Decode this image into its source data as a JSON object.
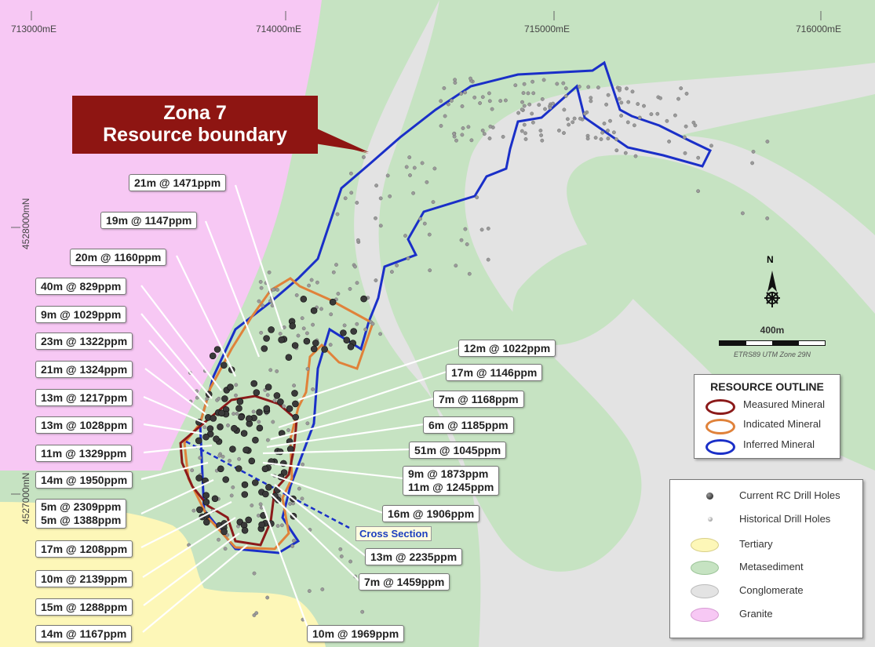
{
  "map": {
    "grid": {
      "easting": [
        "713000mE",
        "714000mE",
        "715000mE",
        "716000mE"
      ],
      "northing": [
        "4528000mN",
        "4527000mN"
      ]
    },
    "callout": {
      "line1": "Zona 7",
      "line2": "Resource boundary"
    },
    "cross_section_label": "Cross Section",
    "north_label": "N",
    "scale": {
      "distance": "400m",
      "projection": "ETRS89 UTM Zone 29N"
    },
    "drill_labels_left": [
      "21m @ 1471ppm",
      "19m @ 1147ppm",
      "20m @ 1160ppm",
      "40m @ 829ppm",
      "9m @ 1029ppm",
      "23m @ 1322ppm",
      "21m @ 1324ppm",
      "13m @ 1217ppm",
      "13m @ 1028ppm",
      "11m @ 1329ppm",
      "14m @ 1950ppm",
      "5m @ 2309ppm",
      "5m @ 1388ppm",
      "17m @ 1208ppm",
      "10m @ 2139ppm",
      "15m @ 1288ppm",
      "14m @ 1167ppm"
    ],
    "drill_labels_right": [
      "12m @ 1022ppm",
      "17m @ 1146ppm",
      "7m @ 1168ppm",
      "6m @ 1185ppm",
      "51m @ 1045ppm",
      "9m @ 1873ppm",
      "11m @ 1245ppm",
      "16m @ 1906ppm",
      "13m @ 2235ppm",
      "7m @ 1459ppm",
      "10m @ 1969ppm"
    ],
    "legend_resource": {
      "title": "RESOURCE OUTLINE",
      "items": [
        {
          "label": "Measured Mineral",
          "color": "#8b1a1a"
        },
        {
          "label": "Indicated Mineral",
          "color": "#e0823a"
        },
        {
          "label": "Inferred Mineral",
          "color": "#1a2fc8"
        }
      ]
    },
    "legend_geology": {
      "items": [
        {
          "label": "Current RC Drill Holes",
          "symbol": "large-dark-dot"
        },
        {
          "label": "Historical Drill Holes",
          "symbol": "small-grey-dot"
        },
        {
          "label": "Tertiary",
          "color": "#fdf7b8"
        },
        {
          "label": "Metasediment",
          "color": "#c6e3c2"
        },
        {
          "label": "Conglomerate",
          "color": "#e3e3e3"
        },
        {
          "label": "Granite",
          "color": "#f7c8f4"
        }
      ]
    },
    "colors": {
      "metasediment": "#c6e3c2",
      "conglomerate": "#e3e3e3",
      "granite": "#f7c8f4",
      "tertiary": "#fdf7b8",
      "callout": "#8e1512"
    }
  }
}
